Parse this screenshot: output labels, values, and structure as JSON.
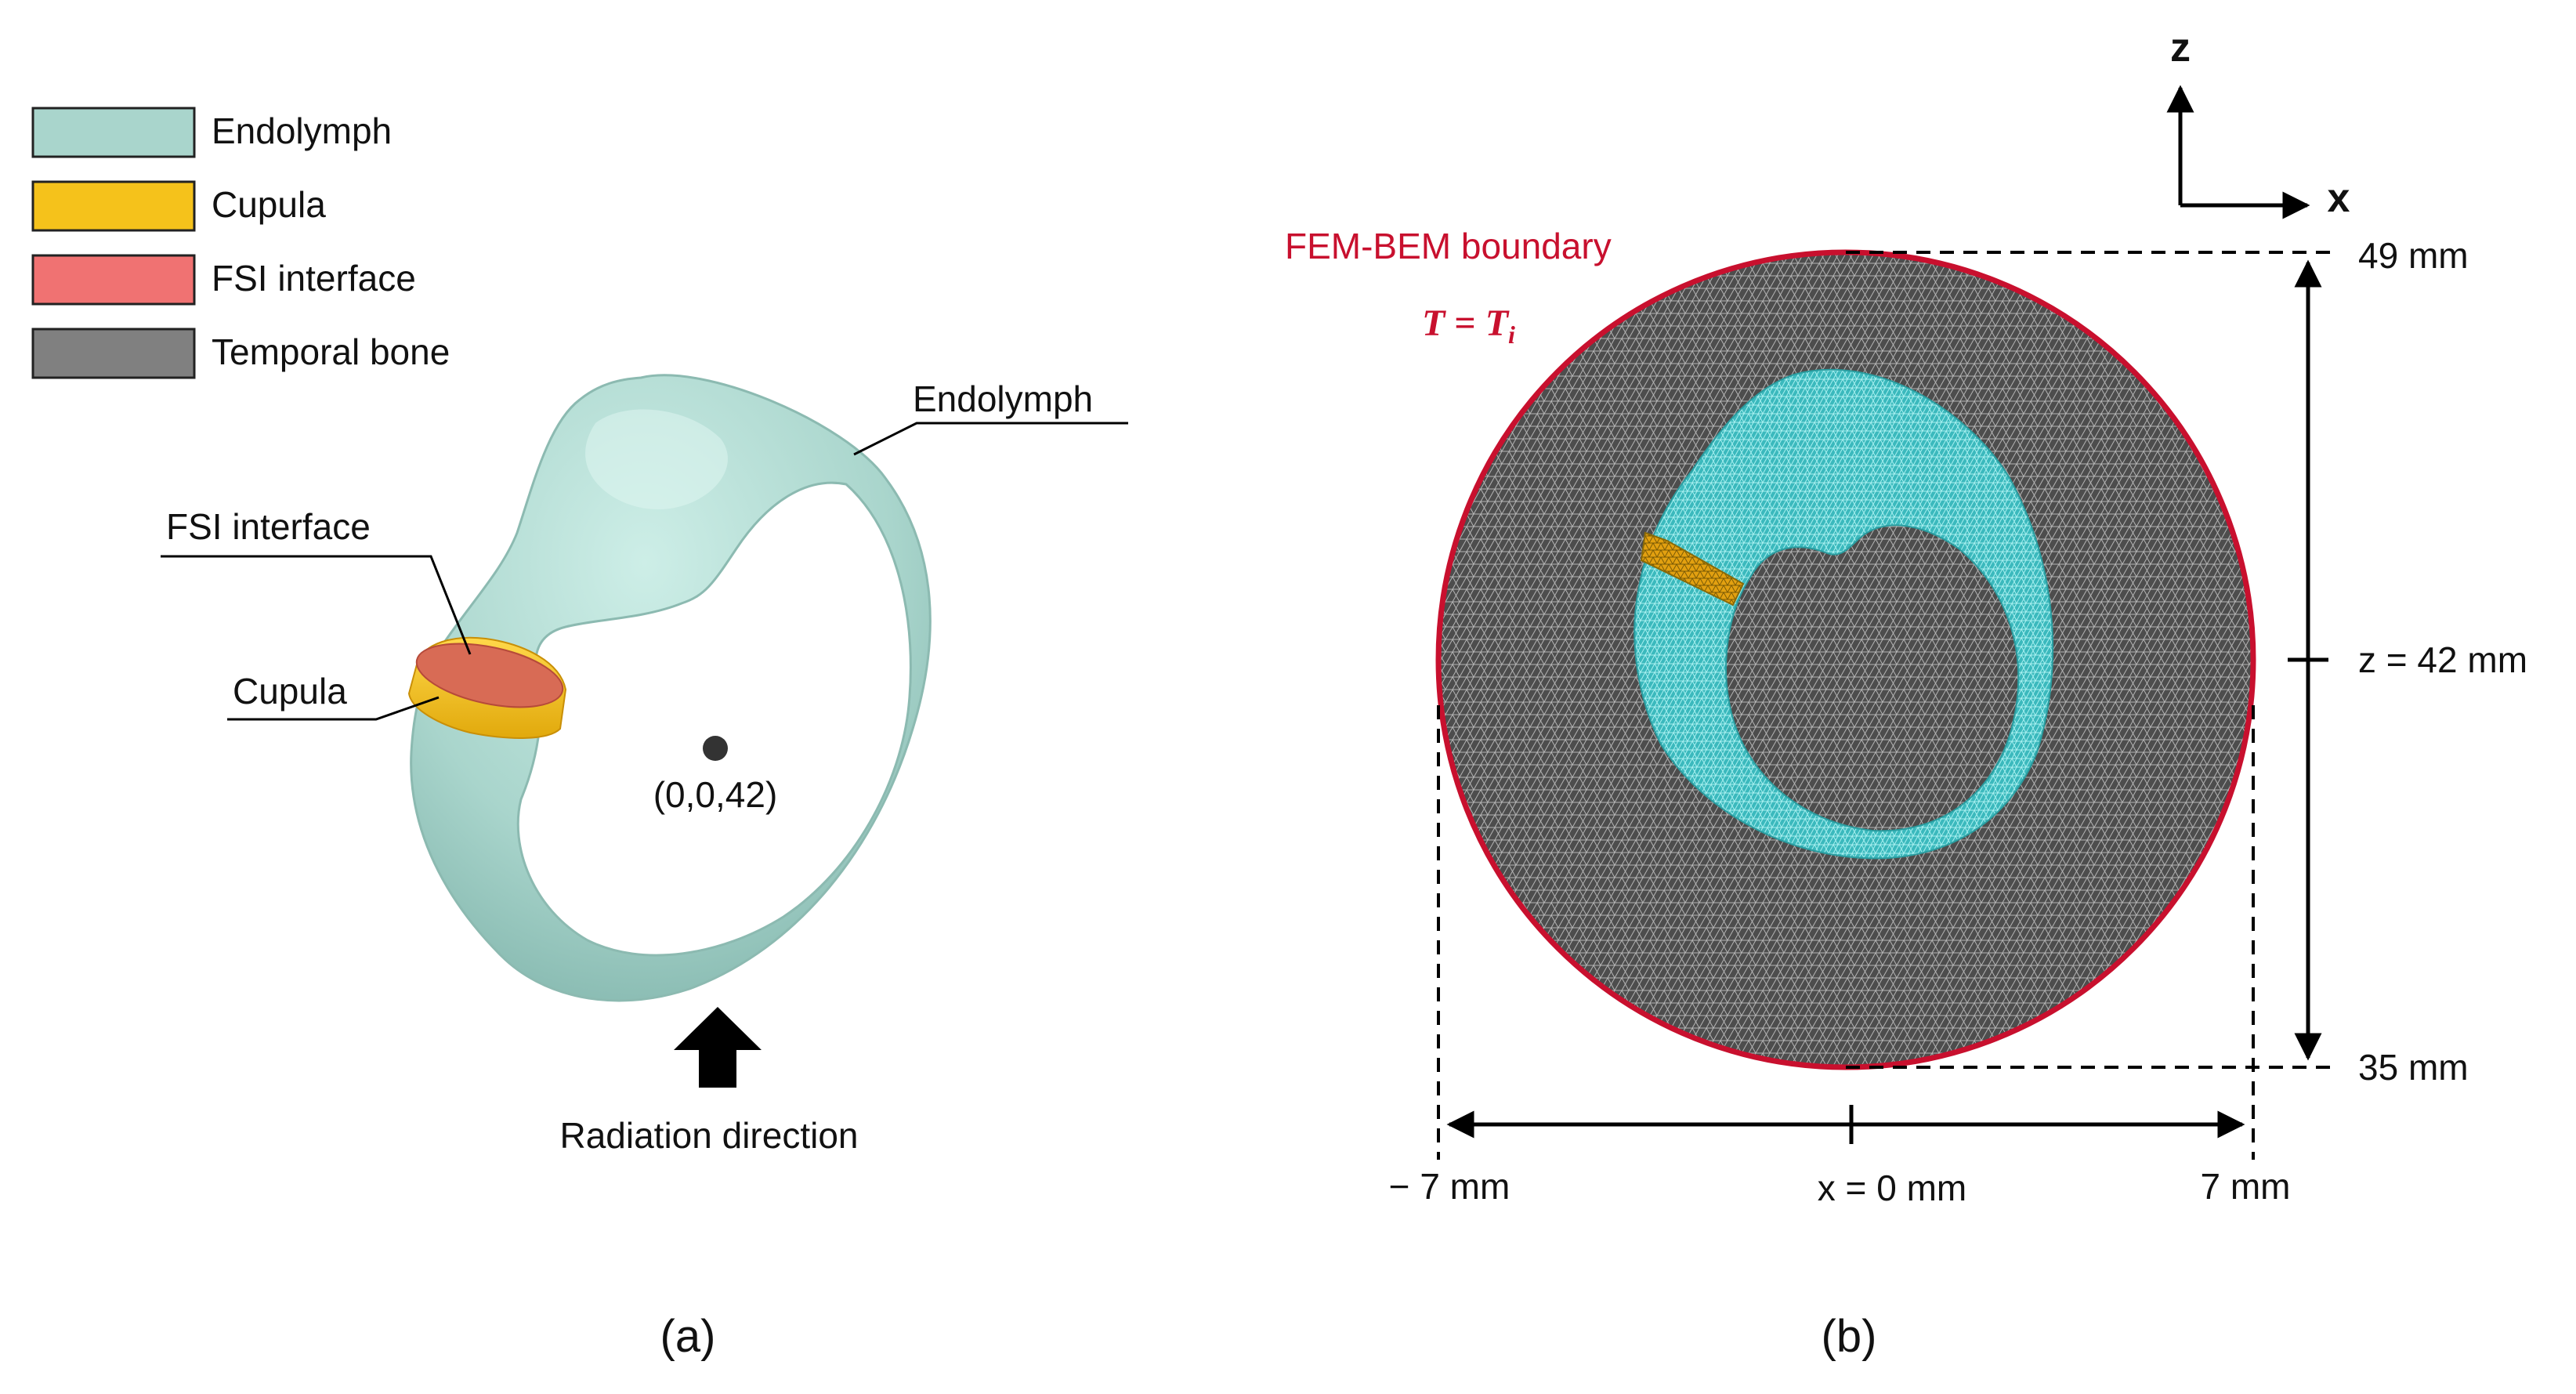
{
  "colors": {
    "endolymph": "#a9d5cc",
    "cupula": "#f5c21b",
    "fsi_interface": "#f07272",
    "temporal_bone": "#808080",
    "boundary": "#c8102e",
    "mesh_bone": "#4a4a4a",
    "mesh_endolymph": "#3fc6c9"
  },
  "legend": {
    "items": [
      {
        "label": "Endolymph",
        "color": "#a9d5cc"
      },
      {
        "label": "Cupula",
        "color": "#f5c21b"
      },
      {
        "label": "FSI interface",
        "color": "#f07272"
      },
      {
        "label": "Temporal bone",
        "color": "#808080"
      }
    ]
  },
  "panel_a": {
    "endolymph_label": "Endolymph",
    "fsi_label": "FSI interface",
    "cupula_label": "Cupula",
    "center_point": "(0,0,42)",
    "radiation_label": "Radiation direction",
    "caption": "(a)"
  },
  "panel_b": {
    "axis_z": "z",
    "axis_x": "x",
    "boundary_label": "FEM-BEM boundary",
    "condition_T": "T",
    "condition_eq": " = ",
    "condition_Ti": "T",
    "condition_sub": "i",
    "z_top": "49 mm",
    "z_mid": "z = 42 mm",
    "z_bottom": "35 mm",
    "x_left": "− 7 mm",
    "x_mid": "x = 0 mm",
    "x_right": "7 mm",
    "caption": "(b)"
  }
}
